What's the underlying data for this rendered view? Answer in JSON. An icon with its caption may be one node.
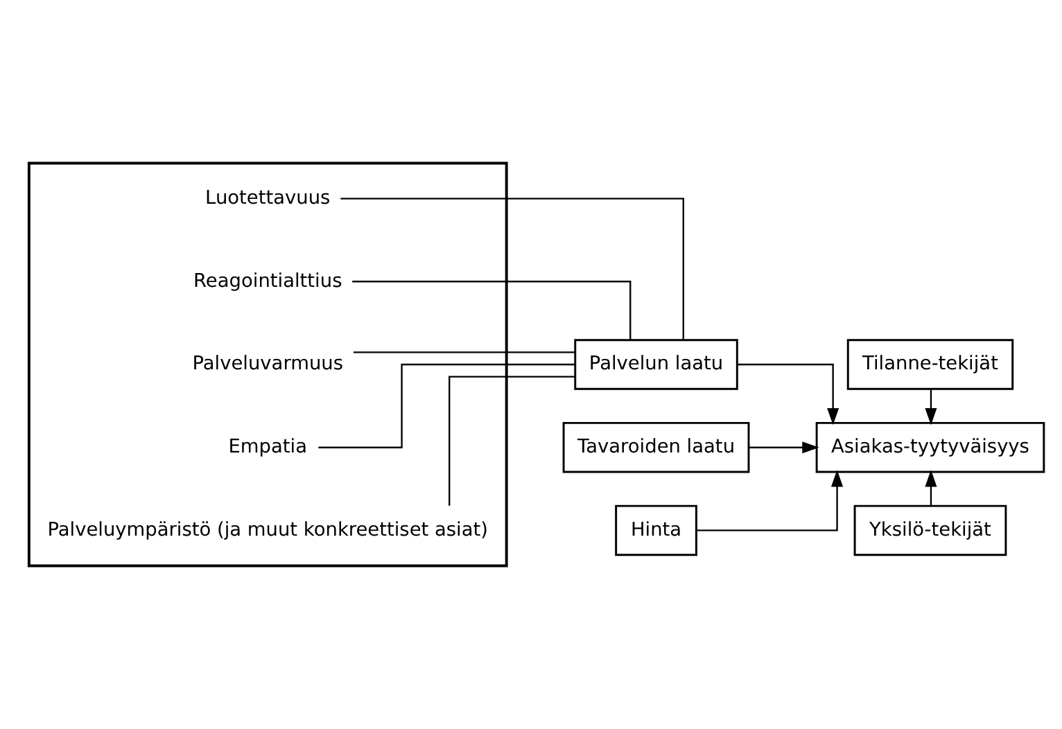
{
  "diagram": {
    "nodes": [
      {
        "text": [],
        "shape": "box"
      },
      {
        "text": [
          "Luotettavuus"
        ],
        "in": 0
      },
      {
        "text": [
          "Reagointialttius"
        ],
        "in": 0
      },
      {
        "text": [
          "Palveluvarmuus"
        ],
        "in": 0
      },
      {
        "text": [
          "Empatia"
        ],
        "in": 0
      },
      {
        "text": [
          "Palveluympäristö (ja muut konkreettiset asiat)"
        ],
        "in": 0
      },
      {
        "text": [
          "Palvelun laatu"
        ]
      },
      {
        "text": [
          "Tavaroiden laatu"
        ]
      },
      {
        "text": [
          "Hinta"
        ]
      },
      {
        "text": [
          "Tilanne-tekijät"
        ]
      },
      {
        "text": [
          "Asiakas-tyytyväisyys"
        ]
      },
      {
        "text": [
          "Yksilö-tekijät"
        ]
      }
    ],
    "edges": [
      {
        "from": 1,
        "to": 6,
        "arrow": "none"
      },
      {
        "from": 2,
        "to": 6,
        "arrow": "none"
      },
      {
        "from": 3,
        "to": 6,
        "arrow": "none"
      },
      {
        "from": 4,
        "to": 6,
        "arrow": "none"
      },
      {
        "from": 5,
        "to": 6,
        "arrow": "none"
      },
      {
        "from": 6,
        "to": 10,
        "arrow": "to"
      },
      {
        "from": 7,
        "to": 10,
        "arrow": "to"
      },
      {
        "from": 8,
        "to": 10,
        "arrow": "to"
      },
      {
        "from": 9,
        "to": 10,
        "arrow": "to"
      },
      {
        "from": 11,
        "to": 10,
        "arrow": "to"
      }
    ]
  }
}
